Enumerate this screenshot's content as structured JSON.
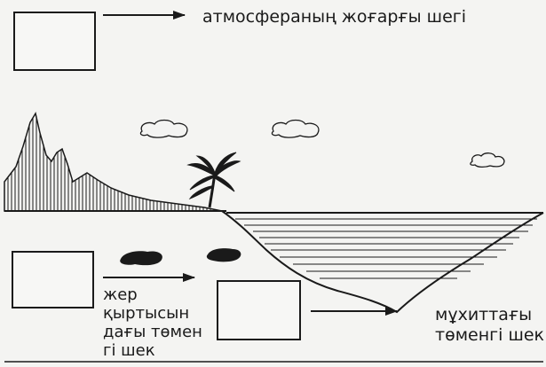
{
  "labels": {
    "atmosphere_upper_limit": "атмосфераның жоғарғы шегі",
    "earth_crust_lower_limit": "жер\nқыртысын\nдағы төмен\nгі шек",
    "ocean_lower_limit": "мұхиттағы\nтөменгі шек"
  },
  "colors": {
    "ink": "#1a1a1a",
    "paper": "#f4f4f2"
  }
}
